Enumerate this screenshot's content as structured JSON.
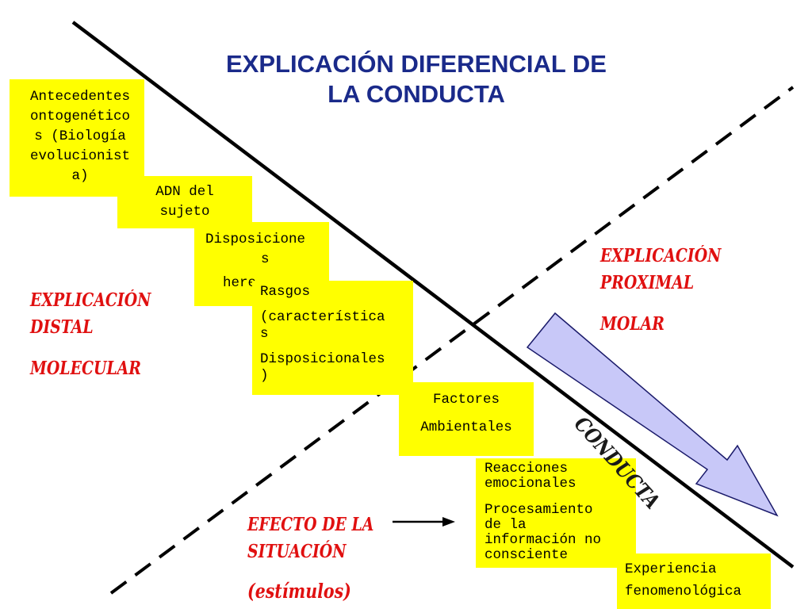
{
  "title": {
    "line1": "EXPLICACIÓN DIFERENCIAL DE",
    "line2": "LA CONDUCTA"
  },
  "boxes": {
    "antecedentes": {
      "lines": [
        "Antecedentes",
        "ontogenético",
        "s (Biología",
        "evolucionist",
        "a)"
      ]
    },
    "adn": {
      "lines": [
        "ADN del",
        "sujeto"
      ]
    },
    "disposiciones": {
      "lines": [
        "Disposicione",
        "s",
        "here"
      ]
    },
    "rasgos": {
      "lines": [
        "Rasgos",
        "(característica",
        "s",
        "Disposicionales",
        ")"
      ]
    },
    "factores": {
      "lines": [
        "Factores",
        "Ambientales"
      ]
    },
    "reacciones": {
      "lines": [
        "Reacciones",
        "emocionales",
        "Procesamiento",
        "de la",
        "información no",
        "consciente"
      ]
    },
    "experiencia": {
      "lines": [
        "Experiencia",
        "fenomenológica"
      ]
    }
  },
  "labels": {
    "distal": {
      "line1": "EXPLICACIÓN",
      "line2": "DISTAL",
      "line3": "MOLECULAR"
    },
    "proximal": {
      "line1": "EXPLICACIÓN",
      "line2": "PROXIMAL",
      "line3": "MOLAR"
    },
    "efecto": {
      "line1": "EFECTO DE LA",
      "line2": "SITUACIÓN",
      "line3": "(estímulos)"
    },
    "conducta": "CONDUCTA"
  },
  "colors": {
    "box_fill": "#ffff00",
    "title": "#1a2a8a",
    "label_red": "#e01010",
    "arrow_fill": "#c8c8f8",
    "arrow_stroke": "#1a1a6a"
  }
}
